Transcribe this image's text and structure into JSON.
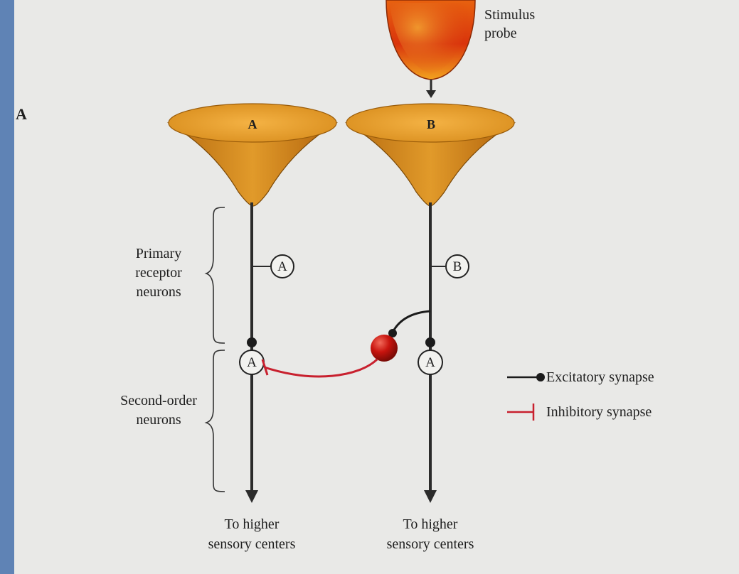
{
  "figure": {
    "panel_label": "A",
    "stimulus_label": "Stimulus probe",
    "cones": [
      {
        "label": "A"
      },
      {
        "label": "B"
      }
    ],
    "neuron_markers": {
      "primary_a": "A",
      "primary_b": "B",
      "second_a": "A",
      "second_b": "A"
    },
    "group_labels": {
      "primary": "Primary receptor neurons",
      "second_order": "Second-order neurons"
    },
    "outputs": {
      "a": "To higher sensory centers",
      "b": "To higher sensory centers"
    },
    "legend": {
      "excitatory": "Excitatory synapse",
      "inhibitory": "Inhibitory synapse"
    },
    "colors": {
      "background": "#e9e9e7",
      "outer_background": "#5f83b5",
      "cone_orange": "#d98e1e",
      "probe_red": "#d8330d",
      "inhibitory_red": "#c8202e",
      "interneuron_red": "#c8140e",
      "axon_dark": "#2b2b2b"
    }
  }
}
